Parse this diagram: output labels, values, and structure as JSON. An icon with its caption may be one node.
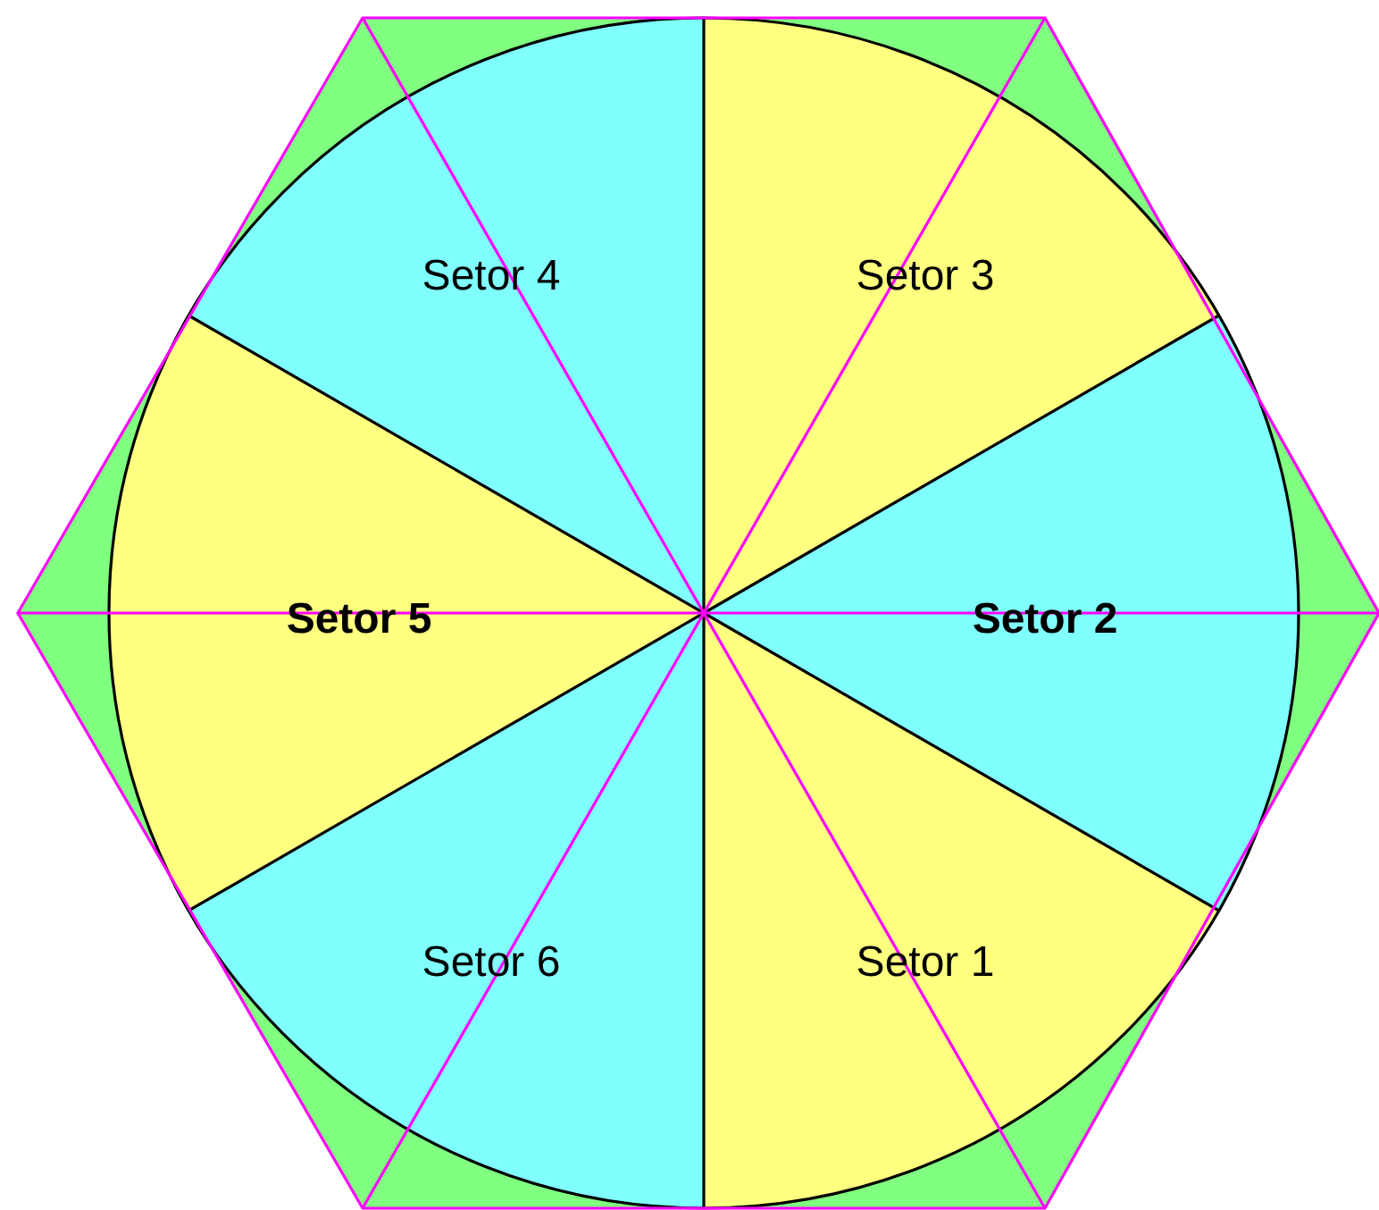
{
  "diagram": {
    "labels": [
      "Setor 4",
      "Setor 3",
      "Setor 5",
      "Setor 2",
      "Setor 6",
      "Setor 1"
    ]
  }
}
